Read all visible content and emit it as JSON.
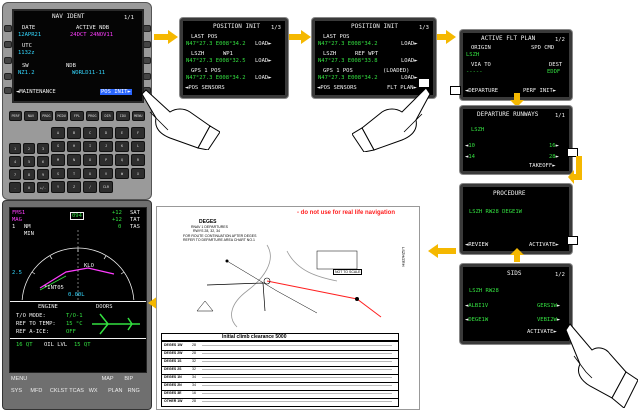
{
  "accent_colors": {
    "arrow": "#f5b800",
    "screen_green": "#33e040",
    "screen_cyan": "#34d8ff",
    "screen_magenta": "#ff3cff",
    "warning_red": "#ff2020"
  },
  "cdu": {
    "title": "NAV IDENT",
    "page": "1/1",
    "date_label": "DATE",
    "date_value": "12APR21",
    "active_label": "ACTIVE NDB",
    "active_value": "24DCT 24NOV11",
    "utc_label": "UTC",
    "utc_value": "1132z",
    "sw_label": "SW",
    "sw_value": "NZ1.2",
    "ndb_label": "NDB",
    "ndb_value": "WORLD11-11",
    "maint_label": "MAINTENANCE",
    "posinit_label": "POS INIT",
    "func_keys": [
      "PERF",
      "NAV",
      "PROG",
      "MCDU",
      "FPL",
      "PROG",
      "DIR",
      "IDX",
      "MENU"
    ],
    "alpha_keys": [
      "A",
      "B",
      "C",
      "D",
      "E",
      "F",
      "G",
      "H",
      "I",
      "J",
      "K",
      "L",
      "M",
      "N",
      "O",
      "P",
      "Q",
      "R",
      "S",
      "T",
      "U",
      "V",
      "W",
      "X",
      "Y",
      "Z",
      "/",
      "CLR"
    ],
    "num_keys": [
      "1",
      "2",
      "3",
      "4",
      "5",
      "6",
      "7",
      "8",
      "9",
      ".",
      "0",
      "+/-"
    ]
  },
  "pos_init_1": {
    "title": "POSITION INIT",
    "page": "1/3",
    "last_pos_label": "LAST POS",
    "last_pos_value": "N47°27.3 E008°34.2",
    "load1": "LOAD",
    "lszh_label": "LSZH",
    "wp_label": "WP1",
    "lszh_value": "N47°27.3 E008°32.5",
    "load2": "LOAD",
    "gps_label": "GPS 1 POS",
    "gps_value": "N47°27.3 E008°34.2",
    "load3": "LOAD",
    "sensors": "POS SENSORS"
  },
  "pos_init_2": {
    "title": "POSITION INIT",
    "page": "1/3",
    "last_pos_label": "LAST POS",
    "last_pos_value": "N47°27.3 E008°34.2",
    "load1": "LOAD",
    "lszh_label": "LSZH",
    "ref_label": "REF WPT",
    "lszh_value": "N47°27.3 E008°33.8",
    "load2": "LOAD",
    "gps_label": "GPS 1 POS",
    "loaded_label": "(LOADED)",
    "gps_value": "N47°27.3 E008°34.2",
    "load3": "LOAD",
    "sensors": "POS SENSORS",
    "fpl": "FLT PLAN"
  },
  "active_fpl": {
    "title": "ACTIVE FLT PLAN",
    "page": "1/2",
    "origin_label": "ORIGIN",
    "origin_value": "LSZH",
    "spd_label": "SPD CMD",
    "via_label": "VIA TO",
    "via_value": "-----",
    "dest_label": "DEST",
    "dest_value": "EDDF",
    "departure": "DEPARTURE",
    "perf_init": "PERF INIT"
  },
  "dep_runways": {
    "title": "DEPARTURE RUNWAYS",
    "page": "1/1",
    "airport": "LSZH",
    "rwy_left_1": "10",
    "rwy_right_1": "16",
    "rwy_left_2": "14",
    "rwy_right_2": "28",
    "takeoff": "TAKEOFF"
  },
  "procedure": {
    "title": "PROCEDURE",
    "value": "LSZH RW28 DEGE1W",
    "review": "REVIEW",
    "activate": "ACTIVATE"
  },
  "sids": {
    "title": "SIDS",
    "page": "1/2",
    "airport": "LSZH RW28",
    "sid_1": "ALBI1V",
    "sid_2": "GERS1W",
    "sid_3": "DEGE1W",
    "sid_4": "VEBI2W",
    "activate": "ACTIVATE"
  },
  "pfd": {
    "fms": "FMS1",
    "mag": "MAG",
    "range": "1",
    "nm": "NM",
    "min": "MIN",
    "heading": "094",
    "sat_label": "SAT",
    "sat_value": "+12",
    "tat_label": "TAT",
    "tat_value": "+12",
    "tas_label": "TAS",
    "tas_value": "0",
    "waypoint": "KLO",
    "waypoint2": "*INT05",
    "dist": "0.00L",
    "scale": "2.5",
    "engine_title": "ENGINE",
    "doors_title": "DOORS",
    "to_mode_label": "T/O MODE:",
    "to_mode_value": "T/O-1",
    "ref_temp_label": "REF TO TEMP:",
    "ref_temp_value": "15 °C",
    "ref_aice_label": "REF A-ICE:",
    "ref_aice_value": "OFF",
    "oil_qt_l": "16 QT",
    "oil_label": "OIL LVL",
    "oil_qt_r": "15 QT",
    "btns_top": [
      "MENU",
      "",
      "",
      "",
      "MAP",
      "BIP"
    ],
    "btns_bottom": [
      "SYS",
      "MFD",
      "CKLST",
      "TCAS",
      "WX",
      "PLAN",
      "RNG"
    ]
  },
  "chart": {
    "warning": "- do not use for real life navigation",
    "title": "DEGES",
    "subtitle1": "RNAV 1 DEPARTURES",
    "subtitle2": "RWYS 28, 32, 34",
    "note1": "FOR ROUTE CONTINUATION AFTER DEGES",
    "note2": "REFER TO DEPARTURE AREA CHART NO.1",
    "side_code": "LSZH/ZRH",
    "clearance": "Initial climb clearance 5000",
    "not_to_scale": "NOT TO SCALE",
    "table_rows": [
      {
        "id": "DEGES 1W",
        "rwy": "28"
      },
      {
        "id": "DEGES 2W",
        "rwy": "28"
      },
      {
        "id": "DEGES 1S",
        "rwy": "32"
      },
      {
        "id": "DEGES 2S",
        "rwy": "32"
      },
      {
        "id": "DEGES 1N",
        "rwy": "34"
      },
      {
        "id": "DEGES 2N",
        "rwy": "34"
      },
      {
        "id": "DEGES 3E",
        "rwy": "16"
      },
      {
        "id": "OTHER 1W",
        "rwy": "28"
      }
    ]
  }
}
